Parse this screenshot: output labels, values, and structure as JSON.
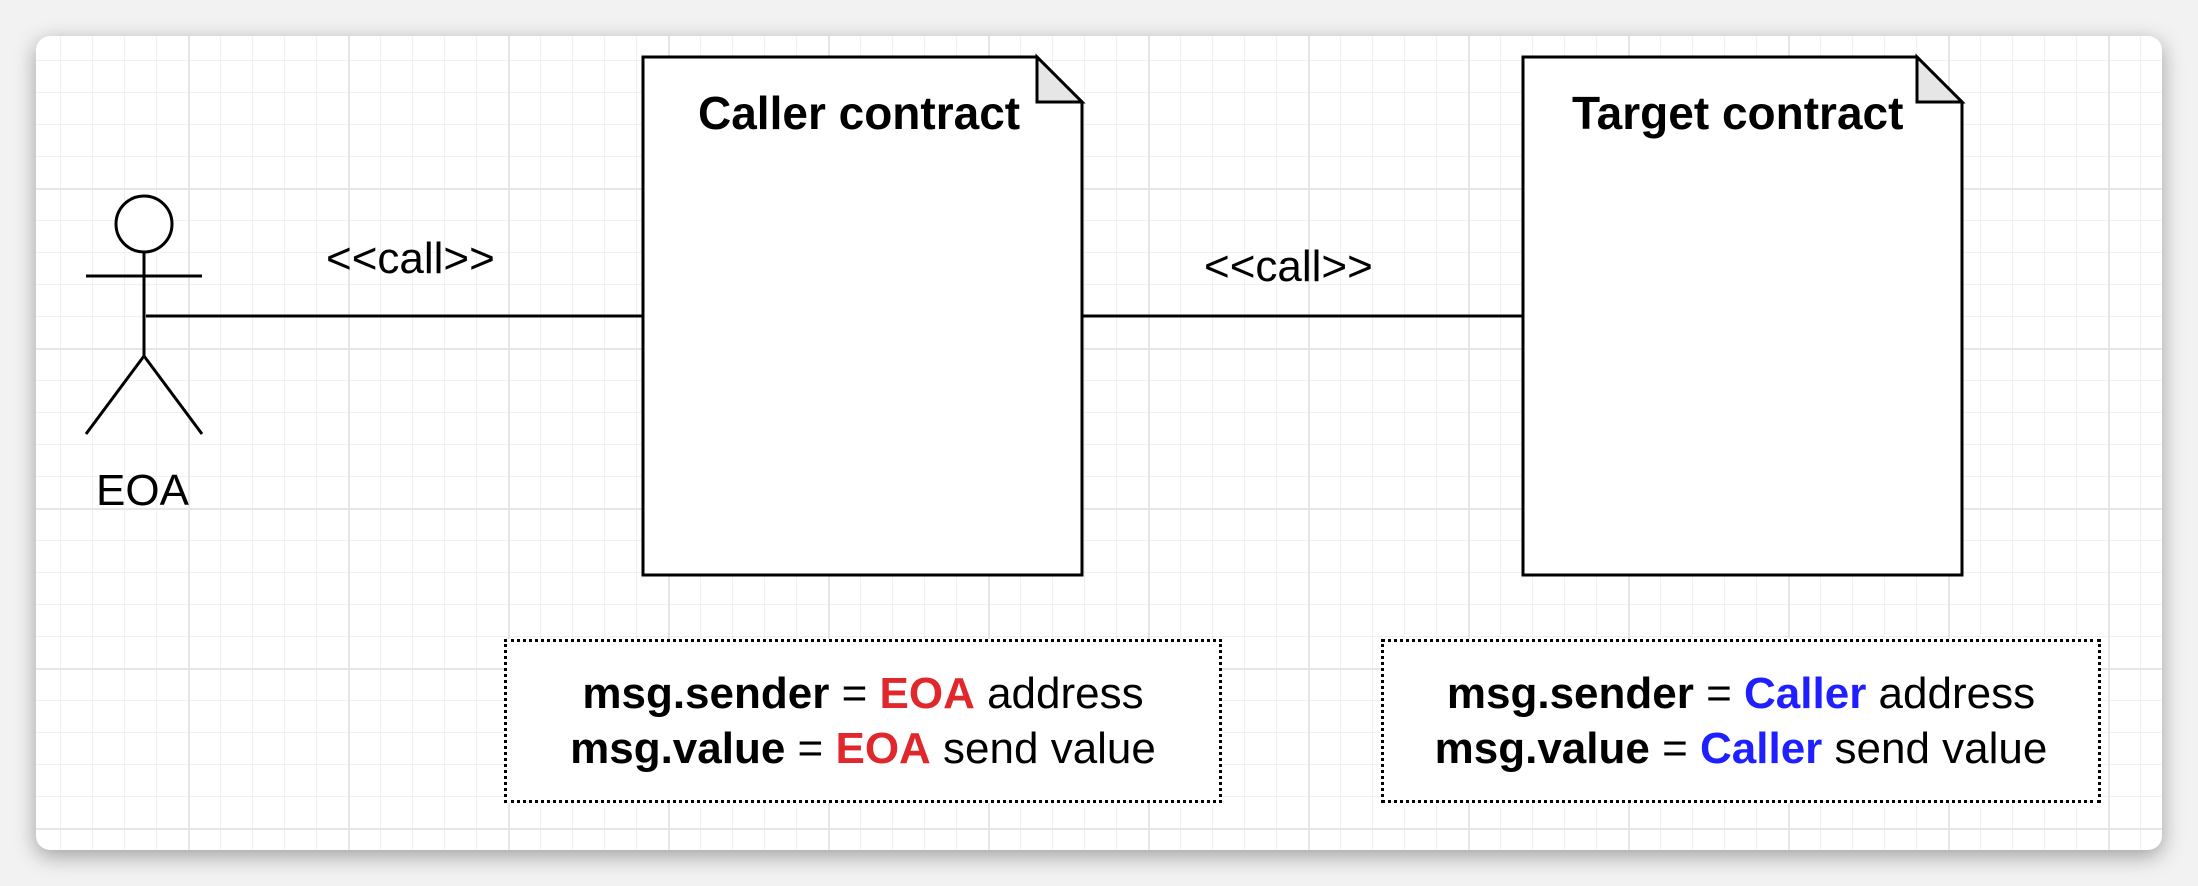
{
  "actor": {
    "label": "EOA"
  },
  "nodes": {
    "caller": {
      "title": "Caller contract"
    },
    "target": {
      "title": "Target contract"
    }
  },
  "edges": {
    "eoa_to_caller": {
      "label": "<<call>>"
    },
    "caller_to_target": {
      "label": "<<call>>"
    }
  },
  "notes": {
    "caller": {
      "line1": {
        "key": "msg.sender",
        "eq": " = ",
        "highlight": "EOA",
        "rest": " address"
      },
      "line2": {
        "key": "msg.value",
        "eq": " = ",
        "highlight": "EOA",
        "rest": " send value"
      },
      "highlight_color": "#e0282c"
    },
    "target": {
      "line1": {
        "key": "msg.sender",
        "eq": " = ",
        "highlight": "Caller",
        "rest": " address"
      },
      "line2": {
        "key": "msg.value",
        "eq": " = ",
        "highlight": "Caller",
        "rest": " send value"
      },
      "highlight_color": "#1f1fff"
    }
  }
}
